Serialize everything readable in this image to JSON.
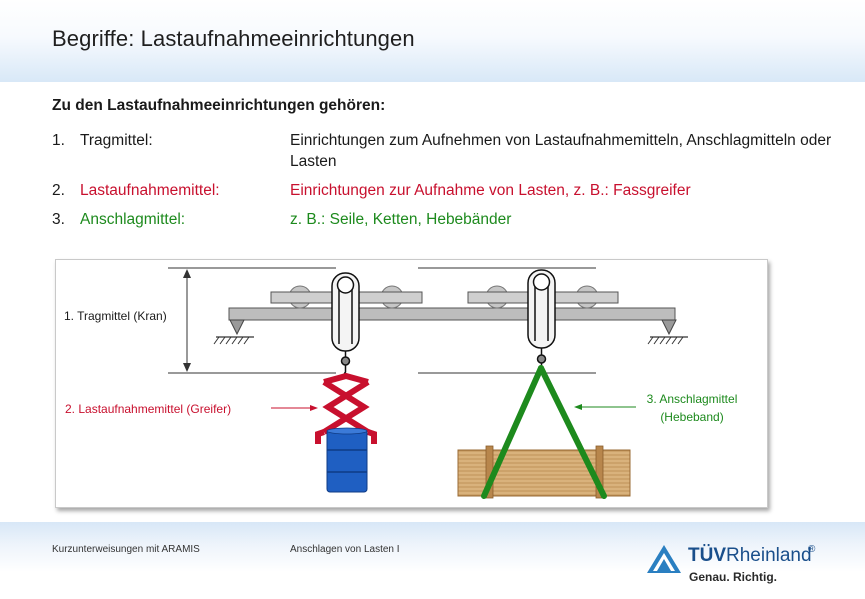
{
  "slide": {
    "title": "Begriffe: Lastaufnahmeeinrichtungen",
    "intro": "Zu den Lastaufnahmeeinrichtungen gehören:",
    "items": [
      {
        "num": "1.",
        "term": "Tragmittel:",
        "desc": "Einrichtungen zum Aufnehmen von Lastaufnahmemitteln, Anschlagmitteln oder Lasten",
        "color": "#1a1a1a"
      },
      {
        "num": "2.",
        "term": "Lastaufnahmemittel:",
        "desc": "Einrichtungen zur Aufnahme von Lasten, z. B.: Fassgreifer",
        "color": "#c8102e"
      },
      {
        "num": "3.",
        "term": "Anschlagmittel:",
        "desc": "z. B.: Seile, Ketten, Hebebänder",
        "color": "#1d8a1d"
      }
    ]
  },
  "figure": {
    "label_tragmittel": "1. Tragmittel (Kran)",
    "label_lastaufnahmemittel": "2. Lastaufnahmemittel (Greifer)",
    "label_anschlagmittel_1": "3. Anschlagmittel",
    "label_anschlagmittel_2": "(Hebeband)",
    "colors": {
      "red": "#c8102e",
      "green": "#1d8a1d",
      "barrel": "#1f5fc2",
      "wood": "#d8b07a"
    }
  },
  "footer": {
    "left": "Kurzunterweisungen mit ARAMIS",
    "middle": "Anschlagen von Lasten I",
    "logo_bold": "TÜV",
    "logo_rest": "Rheinland",
    "logo_reg": "®",
    "slogan": "Genau. Richtig."
  }
}
